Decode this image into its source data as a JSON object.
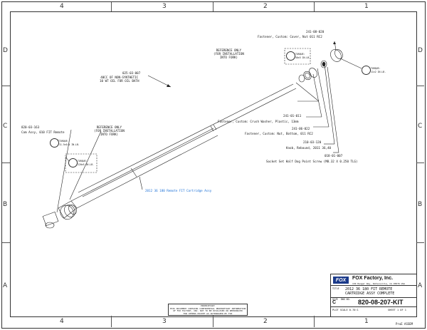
{
  "zones": {
    "top": [
      "4",
      "3",
      "2",
      "1"
    ],
    "bottom": [
      "4",
      "3",
      "2",
      "1"
    ],
    "left": [
      "D",
      "C",
      "B",
      "A"
    ],
    "right": [
      "D",
      "C",
      "B",
      "A"
    ]
  },
  "callouts": {
    "cover_nut_pn": "241-08-020",
    "cover_nut_desc": "Fastener, Custom: Cover, Nut 011 RC2",
    "ref_only_1": "REFERENCE ONLY\n(FOR INSTALLATION\nINTO FORK)",
    "torque_1": "TORQUE:\n50±5 IN.LB.",
    "torque_2": "TORQUE:\n11±2 IN.LB.",
    "oil_pn": "025-03-007",
    "oil_desc": "40CC OF NON-SYNTHETIC\n10 WT OIL FOR OIL BATH",
    "crush_washer_pn": "241-01-011",
    "crush_washer_desc": "Fastener, Custom: Crush Washer, Plastic, 13mm",
    "bottom_nut_pn": "241-06-022",
    "bottom_nut_desc": "Fastener, Custom: Nut, Bottom, 011 RC2",
    "knob_pn": "210-03-120",
    "knob_desc": "Knob, Rebound, 2011 36,40",
    "setscrew_pn": "018-01-007",
    "setscrew_desc": "Socket Set Half Dog Point Screw (M8.32 X 0.250 TLG)",
    "cam_pn": "820-03-163",
    "cam_desc": "Cam Assy, 010 FIT Remote",
    "torque_3": "TORQUE:\n11.5±0.5 IN.LB.",
    "ref_only_2": "REFERENCE ONLY\n(FOR INSTALLATION\nINTO FORK)",
    "torque_4": "TORQUE:\n220±5 IN.LB.",
    "cartridge_label": "2012 36 180 Remote FIT Cartridge Assy"
  },
  "notice": "PROPRIETARY\nTHIS DOCUMENT CONTAINS CONFIDENTIAL PROPRIETARY INFORMATION\nOF FOX FACTORY, INC. NOT TO BE DISCLOSED OR REPRODUCED\nFOR OTHERS EXCEPT AS AUTHORIZED BY FOX",
  "title_block": {
    "logo": "FOX",
    "company": "FOX Factory, Inc.",
    "address": "130 Hangar Way, Watsonville, CA 95076 USA",
    "title_label": "TITLE",
    "title_line1": "2012 36 180 FIT REMOTE",
    "title_line2": "CARTRIDGE ASSY COMPLETE",
    "size_label": "SIZE",
    "size": "C",
    "dwg_label": "DWG NO.",
    "part_number": "820-08-207-KIT",
    "scale": "PLOT SCALE 0.70:1",
    "sheet": "SHEET 1 OF 1",
    "rev_label": "PruE ASSEM"
  }
}
